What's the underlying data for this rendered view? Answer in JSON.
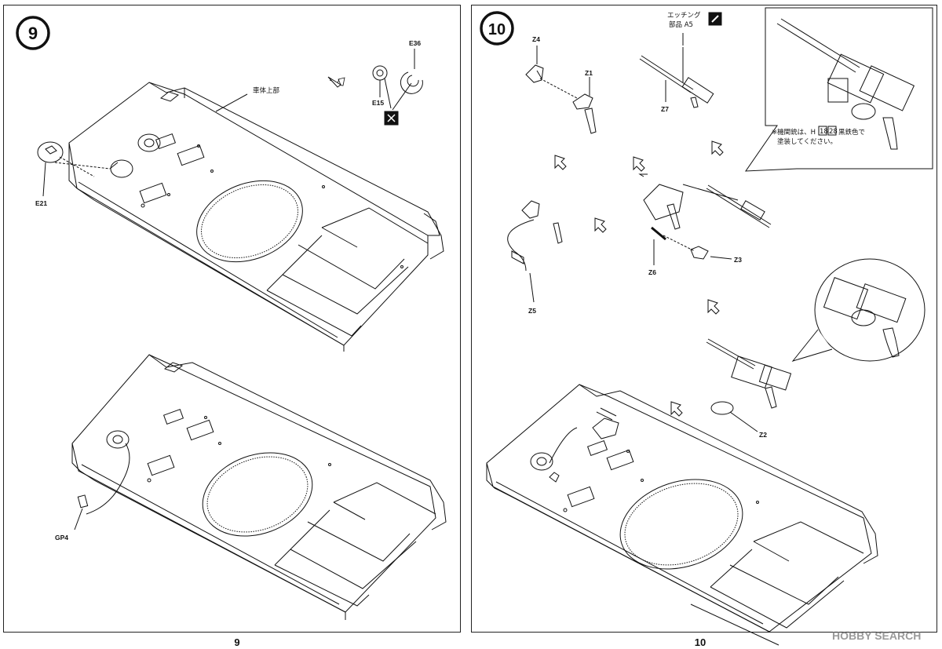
{
  "pages": [
    {
      "number": "9",
      "step": "9",
      "labels": {
        "hull_upper": "車体上部",
        "e36": "E36",
        "e15": "E15",
        "e21": "E21",
        "gp4": "GP4"
      }
    },
    {
      "number": "10",
      "step": "10",
      "labels": {
        "etching_line1": "エッチング",
        "etching_line2": "部品 A5",
        "z4": "Z4",
        "z1": "Z1",
        "z7": "Z7",
        "z5": "Z5",
        "z6": "Z6",
        "z3": "Z3",
        "z2": "Z2"
      },
      "note_line1": "※機関銃は、H",
      "note_h_index1": "18",
      "note_h_index2": "28",
      "note_line1_end": "黒鉄色で",
      "note_line2": "塗装してください。"
    }
  ],
  "watermark": "HOBBY SEARCH",
  "colors": {
    "line": "#111111",
    "paper": "#ffffff",
    "watermark": "#9a9a9a"
  },
  "icons": [
    "glue-icon",
    "photo-etch-icon",
    "arrow-icon",
    "callout-bubble"
  ]
}
